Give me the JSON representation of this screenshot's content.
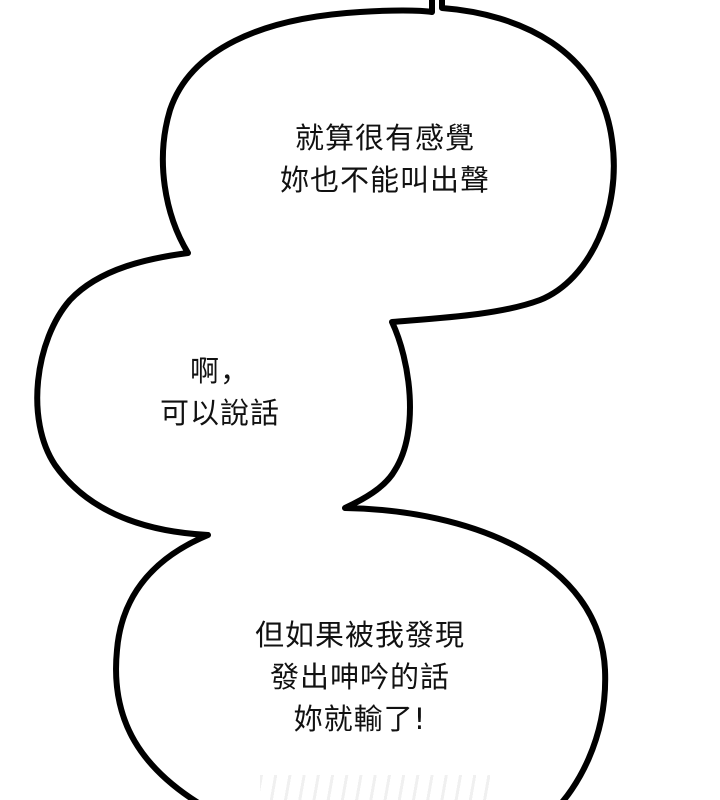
{
  "panel": {
    "background": "#ffffff",
    "outline_color": "#000000"
  },
  "bubbles": [
    {
      "id": "top",
      "lines": [
        "就算很有感覺",
        "妳也不能叫出聲"
      ]
    },
    {
      "id": "middle",
      "lines": [
        "啊，",
        "可以說話"
      ]
    },
    {
      "id": "bottom",
      "lines": [
        "但如果被我發現",
        "發出呻吟的話",
        "妳就輸了!"
      ]
    }
  ]
}
